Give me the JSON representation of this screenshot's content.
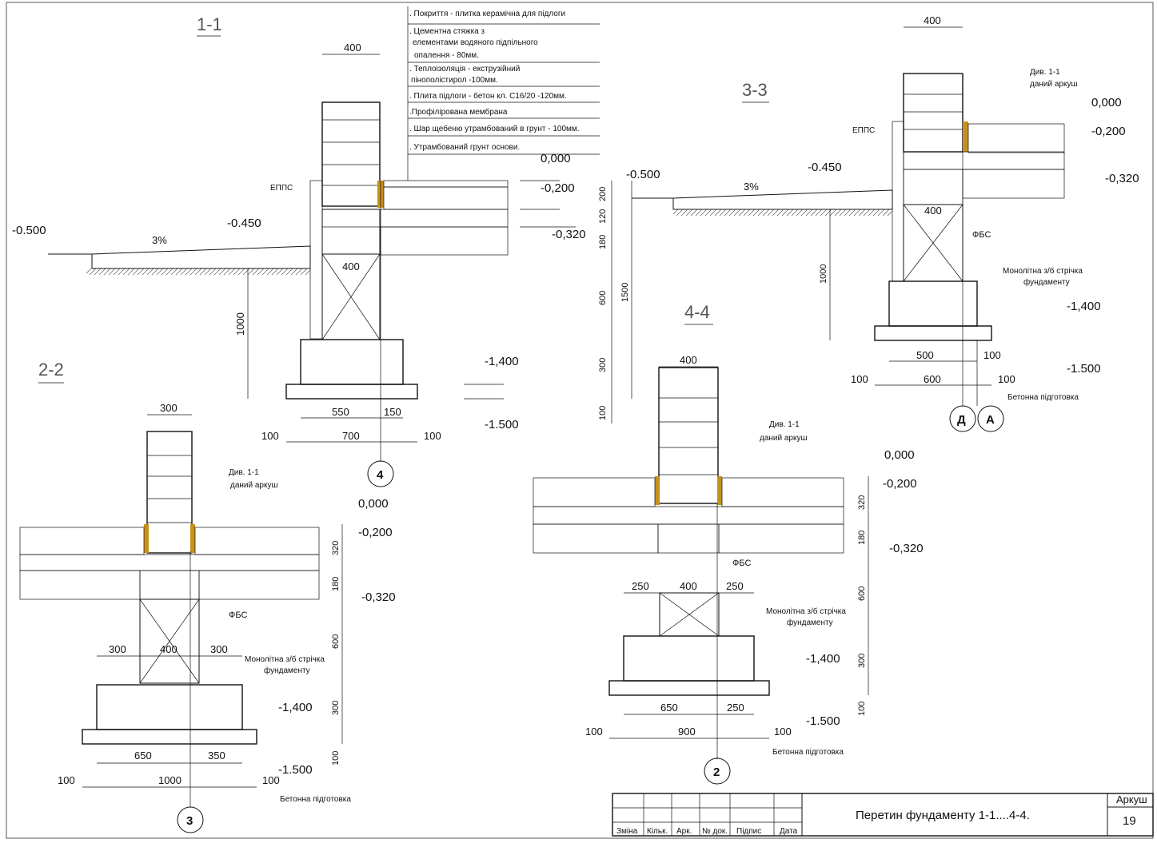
{
  "sections": {
    "s11": "1-1",
    "s22": "2-2",
    "s33": "3-3",
    "s44": "4-4"
  },
  "layers": {
    "l1": ". Покриття - плитка керамічна для підлоги",
    "l2a": ". Цементна стяжка з",
    "l2b": "елементами водяного підпільного",
    "l2c": "опалення - 80мм.",
    "l3a": ". Теплоізоляція - екструзійний",
    "l3b": "пінополістирол  -100мм.",
    "l4": ". Плита підлоги - бетон кл. С16/20 -120мм.",
    "l5": ".Профілірована мембрана",
    "l6": ". Шар щебеню утрамбований в грунт  - 100мм.",
    "l7": ". Утрамбований грунт основи."
  },
  "notes": {
    "epps": "ЕППС",
    "fbs": "ФБС",
    "strip1": "Монолітна з/б  стрічка",
    "strip2": "фундаменту",
    "concrete_prep": "Бетонна підготовка",
    "div1": "Див. 1-1",
    "div2": "даний аркуш",
    "slope": "3%"
  },
  "levels": {
    "zero": "0,000",
    "m200": "-0,200",
    "m320": "-0,320",
    "m450": "-0.450",
    "m500": "-0.500",
    "m1400": "-1,400",
    "m1500": "-1.500"
  },
  "dims": {
    "d100": "100",
    "d120": "120",
    "d150": "150",
    "d180": "180",
    "d200": "200",
    "d250": "250",
    "d300": "300",
    "d320": "320",
    "d350": "350",
    "d400": "400",
    "d500": "500",
    "d550": "550",
    "d600": "600",
    "d650": "650",
    "d700": "700",
    "d900": "900",
    "d1000": "1000",
    "d1500": "1500"
  },
  "axes": {
    "a4": "4",
    "a3": "3",
    "a2": "2",
    "aD": "Д",
    "aA": "А"
  },
  "title_block": {
    "title": "Перетин фундаменту 1-1....4-4.",
    "sheet_label": "Аркуш",
    "sheet_no": "19",
    "col1": "Зміна",
    "col2": "Кільк.",
    "col3": "Арк.",
    "col4": "№ док.",
    "col5": "Підпис",
    "col6": "Дата"
  }
}
